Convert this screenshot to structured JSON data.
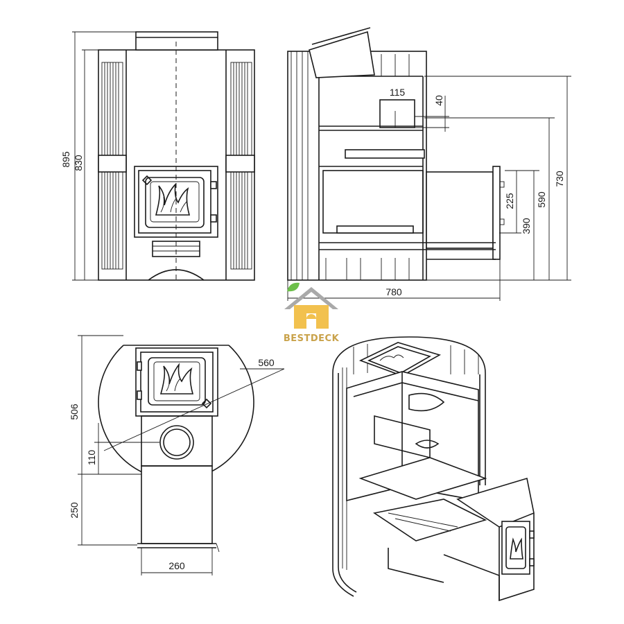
{
  "brand": {
    "name": "BESTDECK",
    "house_color": "#f2c14e",
    "roof_color": "#a9a9a9",
    "leaf_color": "#6cbf4a"
  },
  "dimensions": {
    "front_height_total": "895",
    "front_height_body": "830",
    "chimney_width": "115",
    "chimney_gap": "40",
    "side_height_730": "730",
    "side_height_590": "590",
    "side_height_390": "390",
    "side_height_225": "225",
    "side_depth": "780",
    "top_diameter": "560",
    "top_depth": "506",
    "top_offset": "110",
    "tunnel_length": "250",
    "tunnel_width": "260"
  }
}
